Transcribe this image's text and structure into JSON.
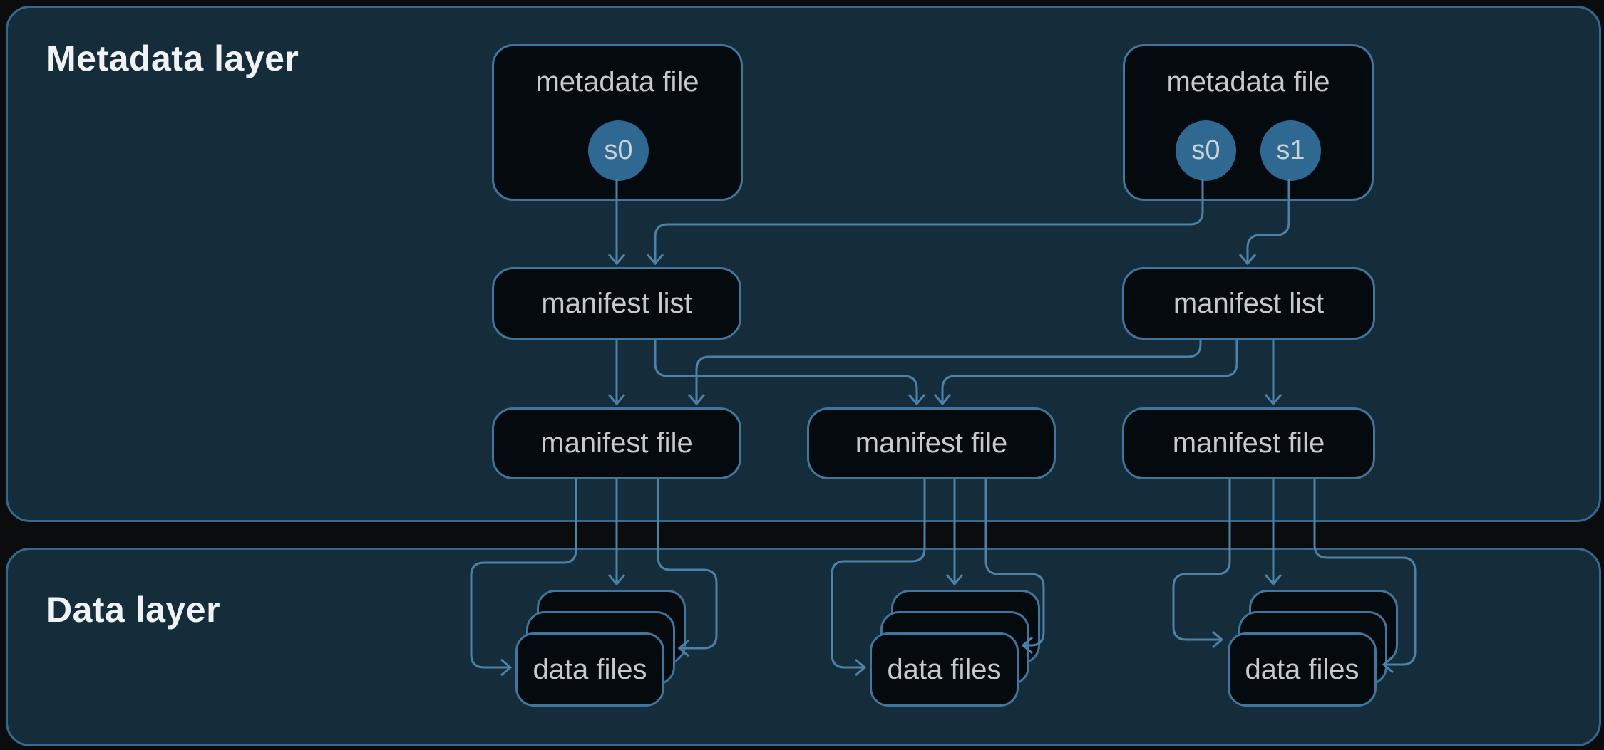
{
  "layers": {
    "metadata": {
      "title": "Metadata layer"
    },
    "data": {
      "title": "Data layer"
    }
  },
  "nodes": {
    "metadata_file_1": {
      "label": "metadata file",
      "snapshots": [
        {
          "label": "s0"
        }
      ]
    },
    "metadata_file_2": {
      "label": "metadata file",
      "snapshots": [
        {
          "label": "s0"
        },
        {
          "label": "s1"
        }
      ]
    },
    "manifest_list_1": {
      "label": "manifest list"
    },
    "manifest_list_2": {
      "label": "manifest list"
    },
    "manifest_file_1": {
      "label": "manifest file"
    },
    "manifest_file_2": {
      "label": "manifest file"
    },
    "manifest_file_3": {
      "label": "manifest file"
    },
    "data_files_1": {
      "label": "data files"
    },
    "data_files_2": {
      "label": "data files"
    },
    "data_files_3": {
      "label": "data files"
    }
  },
  "edges": [
    {
      "from": "metadata_file_1.snapshot_s0",
      "to": "manifest_list_1"
    },
    {
      "from": "metadata_file_2.snapshot_s0",
      "to": "manifest_list_1"
    },
    {
      "from": "metadata_file_2.snapshot_s1",
      "to": "manifest_list_2"
    },
    {
      "from": "manifest_list_1",
      "to": "manifest_file_1"
    },
    {
      "from": "manifest_list_1",
      "to": "manifest_file_2"
    },
    {
      "from": "manifest_list_2",
      "to": "manifest_file_1"
    },
    {
      "from": "manifest_list_2",
      "to": "manifest_file_2"
    },
    {
      "from": "manifest_list_2",
      "to": "manifest_file_3"
    },
    {
      "from": "manifest_file_1",
      "to": "data_files_1",
      "lines": 3
    },
    {
      "from": "manifest_file_2",
      "to": "data_files_2",
      "lines": 3
    },
    {
      "from": "manifest_file_3",
      "to": "data_files_3",
      "lines": 3
    }
  ],
  "colors": {
    "background": "#0b0c0d",
    "layer-fill": "#152c3a",
    "layer-stroke": "#37698f",
    "node-fill": "#050a0f",
    "node-stroke": "#42759c",
    "edge-stroke": "#4d82a8",
    "snapshot-fill": "#2f6991",
    "title-text": "#f0f2f3",
    "node-text": "#c6cacc"
  }
}
